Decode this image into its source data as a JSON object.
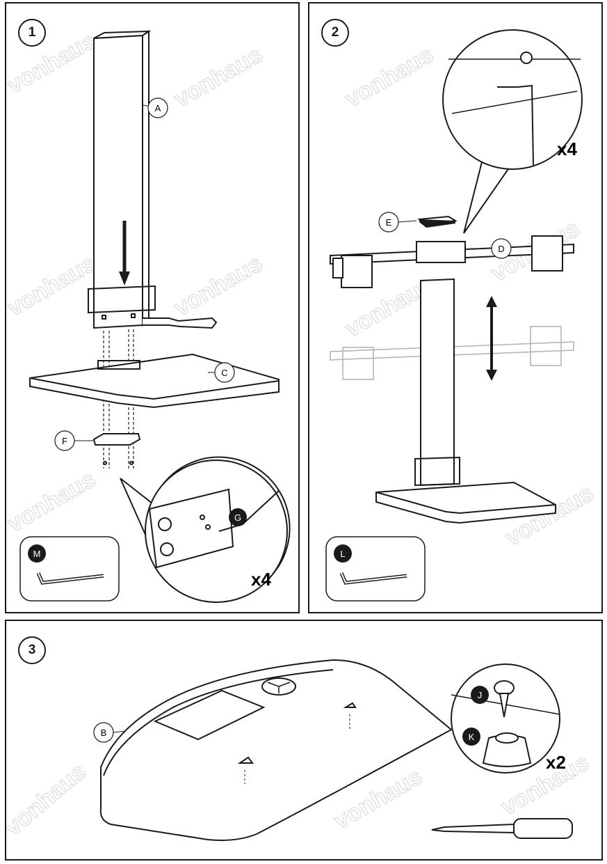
{
  "watermark": "vonhaus",
  "panels": [
    {
      "step": "1",
      "labels": {
        "a": "A",
        "c": "C",
        "f": "F",
        "g": "G",
        "m": "M"
      },
      "quantity": "x4",
      "icons": [
        "pole-part-a",
        "base-plate-c",
        "bracket-f",
        "screw-g",
        "allen-key-m",
        "arrow-down"
      ]
    },
    {
      "step": "2",
      "labels": {
        "d": "D",
        "e": "E",
        "l": "L"
      },
      "quantity": "x4",
      "icons": [
        "monitor-arm-d",
        "cover-e",
        "allen-key-l",
        "arrow-up-down"
      ]
    },
    {
      "step": "3",
      "labels": {
        "b": "B",
        "j": "J",
        "k": "K"
      },
      "quantity": "x2",
      "icons": [
        "desk-top-b",
        "screw-j",
        "foot-k",
        "screwdriver"
      ]
    }
  ]
}
